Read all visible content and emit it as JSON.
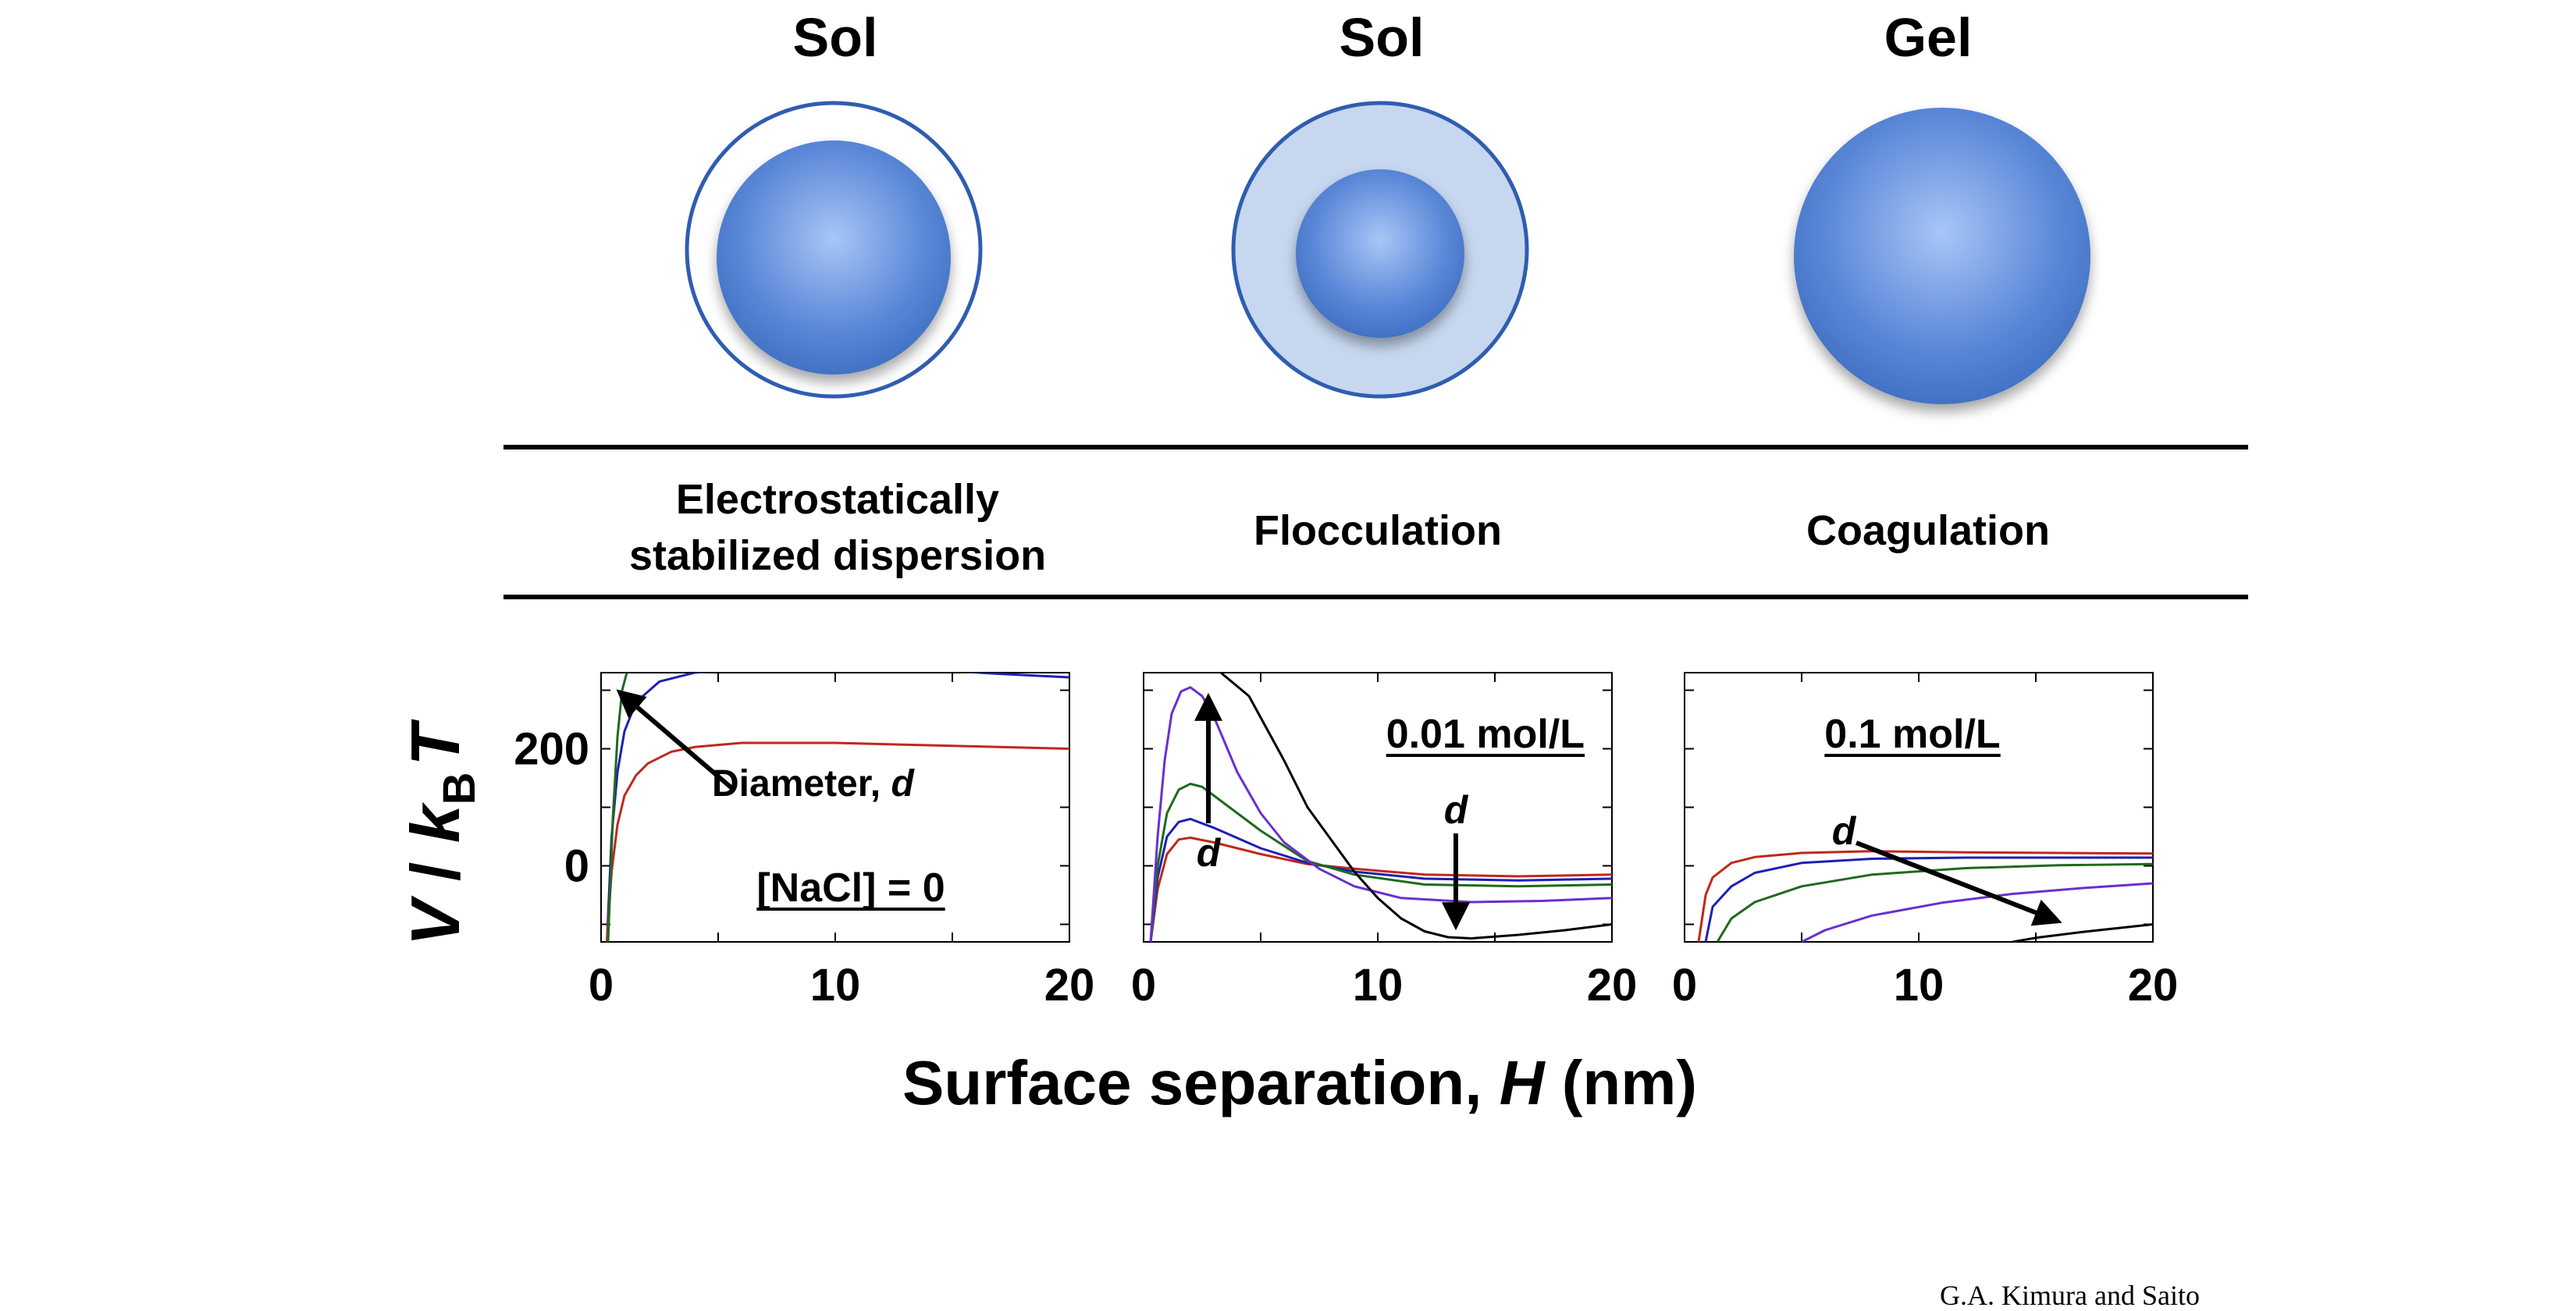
{
  "colors": {
    "red": "#c0281c",
    "blue": "#1f1fb4",
    "green": "#1e6a1e",
    "purple": "#6a2fd0",
    "black": "#000000",
    "sphere": "#4f7fd0",
    "shell": "#c6d7ef",
    "ring": "#2f5db0"
  },
  "columns": [
    {
      "state": "Sol",
      "label_lines": [
        "Electrostatically",
        "stabilized dispersion"
      ],
      "particle": "sphere-with-thin-ring-icon"
    },
    {
      "state": "Sol",
      "label_lines": [
        "Flocculation"
      ],
      "particle": "sphere-with-thick-shell-icon"
    },
    {
      "state": "Gel",
      "label_lines": [
        "Coagulation"
      ],
      "particle": "bare-sphere-icon"
    }
  ],
  "chart_data": [
    {
      "type": "line",
      "annotation": "[NaCl] = 0",
      "arrow_label": "Diameter, d",
      "x_range": [
        0,
        20
      ],
      "y_range": [
        -130,
        330
      ],
      "x_ticks": [
        0,
        10,
        20
      ],
      "y_ticks": [
        0,
        200
      ],
      "series": [
        {
          "color": "blue",
          "points": [
            [
              0.25,
              -130
            ],
            [
              0.45,
              50
            ],
            [
              0.7,
              160
            ],
            [
              1,
              230
            ],
            [
              1.5,
              280
            ],
            [
              2.5,
              315
            ],
            [
              4,
              330
            ],
            [
              6,
              336
            ],
            [
              10,
              338
            ],
            [
              14,
              335
            ],
            [
              17,
              328
            ],
            [
              20,
              322
            ]
          ]
        },
        {
          "color": "red",
          "points": [
            [
              0.25,
              -130
            ],
            [
              0.45,
              -10
            ],
            [
              0.7,
              70
            ],
            [
              1,
              120
            ],
            [
              1.5,
              155
            ],
            [
              2,
              175
            ],
            [
              3,
              195
            ],
            [
              4,
              203
            ],
            [
              6,
              210
            ],
            [
              10,
              210
            ],
            [
              15,
              205
            ],
            [
              20,
              200
            ]
          ]
        },
        {
          "color": "green",
          "points": [
            [
              0.3,
              -130
            ],
            [
              0.5,
              80
            ],
            [
              0.7,
              220
            ],
            [
              0.9,
              300
            ],
            [
              1.1,
              330
            ]
          ]
        }
      ]
    },
    {
      "type": "line",
      "annotation": "0.01 mol/L",
      "arrow_label": "d",
      "x_range": [
        0,
        20
      ],
      "y_range": [
        -130,
        330
      ],
      "x_ticks": [
        0,
        10,
        20
      ],
      "y_ticks": [
        0,
        200
      ],
      "series": [
        {
          "color": "red",
          "points": [
            [
              0.3,
              -130
            ],
            [
              0.6,
              -40
            ],
            [
              1,
              20
            ],
            [
              1.5,
              45
            ],
            [
              2,
              48
            ],
            [
              3,
              40
            ],
            [
              5,
              20
            ],
            [
              7,
              3
            ],
            [
              9,
              -5
            ],
            [
              12,
              -15
            ],
            [
              16,
              -18
            ],
            [
              20,
              -15
            ]
          ]
        },
        {
          "color": "blue",
          "points": [
            [
              0.3,
              -130
            ],
            [
              0.6,
              -20
            ],
            [
              1,
              50
            ],
            [
              1.5,
              75
            ],
            [
              2,
              80
            ],
            [
              3,
              65
            ],
            [
              5,
              30
            ],
            [
              7,
              5
            ],
            [
              9,
              -10
            ],
            [
              12,
              -22
            ],
            [
              16,
              -25
            ],
            [
              20,
              -22
            ]
          ]
        },
        {
          "color": "green",
          "points": [
            [
              0.3,
              -130
            ],
            [
              0.6,
              0
            ],
            [
              1,
              90
            ],
            [
              1.5,
              130
            ],
            [
              2,
              140
            ],
            [
              2.5,
              135
            ],
            [
              3,
              120
            ],
            [
              5,
              60
            ],
            [
              7,
              8
            ],
            [
              9,
              -15
            ],
            [
              12,
              -32
            ],
            [
              16,
              -35
            ],
            [
              20,
              -32
            ]
          ]
        },
        {
          "color": "purple",
          "points": [
            [
              0.3,
              -130
            ],
            [
              0.6,
              50
            ],
            [
              0.9,
              180
            ],
            [
              1.2,
              260
            ],
            [
              1.6,
              298
            ],
            [
              2,
              305
            ],
            [
              2.5,
              290
            ],
            [
              3,
              255
            ],
            [
              4,
              160
            ],
            [
              5,
              90
            ],
            [
              6,
              40
            ],
            [
              7.5,
              -5
            ],
            [
              9,
              -35
            ],
            [
              11,
              -55
            ],
            [
              14,
              -62
            ],
            [
              17,
              -60
            ],
            [
              20,
              -55
            ]
          ]
        },
        {
          "color": "black",
          "points": [
            [
              0.7,
              330
            ],
            [
              1.5,
              340
            ],
            [
              3,
              340
            ],
            [
              4.5,
              290
            ],
            [
              6,
              180
            ],
            [
              7,
              100
            ],
            [
              8,
              45
            ],
            [
              9,
              -10
            ],
            [
              10,
              -55
            ],
            [
              11,
              -90
            ],
            [
              12,
              -112
            ],
            [
              13,
              -122
            ],
            [
              14,
              -124
            ],
            [
              16,
              -118
            ],
            [
              18,
              -110
            ],
            [
              20,
              -100
            ]
          ]
        }
      ]
    },
    {
      "type": "line",
      "annotation": "0.1 mol/L",
      "arrow_label": "d",
      "x_range": [
        0,
        20
      ],
      "y_range": [
        -130,
        330
      ],
      "x_ticks": [
        0,
        10,
        20
      ],
      "y_ticks": [
        0,
        200
      ],
      "series": [
        {
          "color": "red",
          "points": [
            [
              0.6,
              -130
            ],
            [
              0.9,
              -50
            ],
            [
              1.2,
              -20
            ],
            [
              2,
              5
            ],
            [
              3,
              15
            ],
            [
              5,
              22
            ],
            [
              8,
              25
            ],
            [
              12,
              23
            ],
            [
              16,
              22
            ],
            [
              20,
              21
            ]
          ]
        },
        {
          "color": "blue",
          "points": [
            [
              0.9,
              -130
            ],
            [
              1.2,
              -70
            ],
            [
              2,
              -35
            ],
            [
              3,
              -12
            ],
            [
              5,
              5
            ],
            [
              8,
              12
            ],
            [
              12,
              14
            ],
            [
              16,
              14
            ],
            [
              20,
              14
            ]
          ]
        },
        {
          "color": "green",
          "points": [
            [
              1.4,
              -130
            ],
            [
              2,
              -90
            ],
            [
              3,
              -62
            ],
            [
              5,
              -35
            ],
            [
              8,
              -15
            ],
            [
              12,
              -4
            ],
            [
              16,
              1
            ],
            [
              20,
              3
            ]
          ]
        },
        {
          "color": "purple",
          "points": [
            [
              5,
              -130
            ],
            [
              6,
              -110
            ],
            [
              8,
              -85
            ],
            [
              11,
              -63
            ],
            [
              14,
              -48
            ],
            [
              17,
              -38
            ],
            [
              20,
              -30
            ]
          ]
        },
        {
          "color": "black",
          "points": [
            [
              14,
              -130
            ],
            [
              15,
              -123
            ],
            [
              17,
              -113
            ],
            [
              20,
              -100
            ]
          ]
        }
      ]
    }
  ],
  "y_axis_label": {
    "v": "V",
    "slash": " / ",
    "k": "k",
    "sub": "B",
    "t": "T"
  },
  "x_axis_label": {
    "main": "Surface separation, ",
    "h": "H",
    "unit": "  (nm)"
  },
  "credit": "G.A. Kimura and Saito"
}
